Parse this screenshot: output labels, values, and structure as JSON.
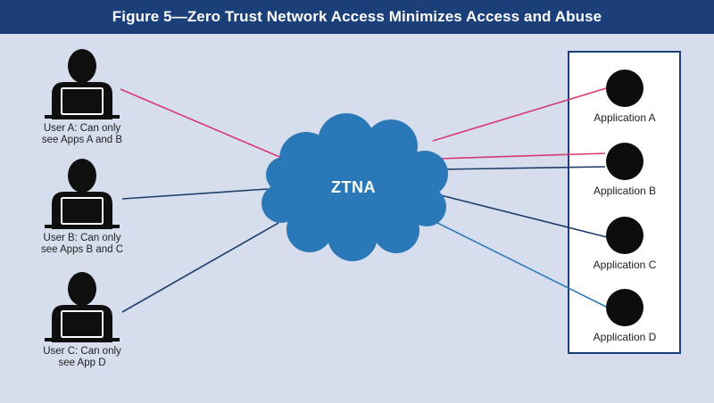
{
  "figure": {
    "title": "Figure 5—Zero Trust Network Access Minimizes Access and Abuse"
  },
  "cloud": {
    "label": "ZTNA",
    "color": "#2a78b8",
    "icon": "cloud-icon"
  },
  "users": [
    {
      "line1": "User A: Can only",
      "line2": "see Apps A and B",
      "icon": "user-at-laptop-icon"
    },
    {
      "line1": "User B: Can only",
      "line2": "see Apps B and C",
      "icon": "user-at-laptop-icon"
    },
    {
      "line1": "User C: Can only",
      "line2": "see App D",
      "icon": "user-at-laptop-icon"
    }
  ],
  "applications": [
    {
      "label": "Application A",
      "icon": "application-node-icon"
    },
    {
      "label": "Application B",
      "icon": "application-node-icon"
    },
    {
      "label": "Application C",
      "icon": "application-node-icon"
    },
    {
      "label": "Application D",
      "icon": "application-node-icon"
    }
  ],
  "colors": {
    "title_bar": "#1b3f78",
    "background": "#d6deed",
    "user_a_line": "#d63a72",
    "user_b_line": "#1f3d6b",
    "user_c_line": "#2b7bb5",
    "node": "#0d0d0d"
  }
}
